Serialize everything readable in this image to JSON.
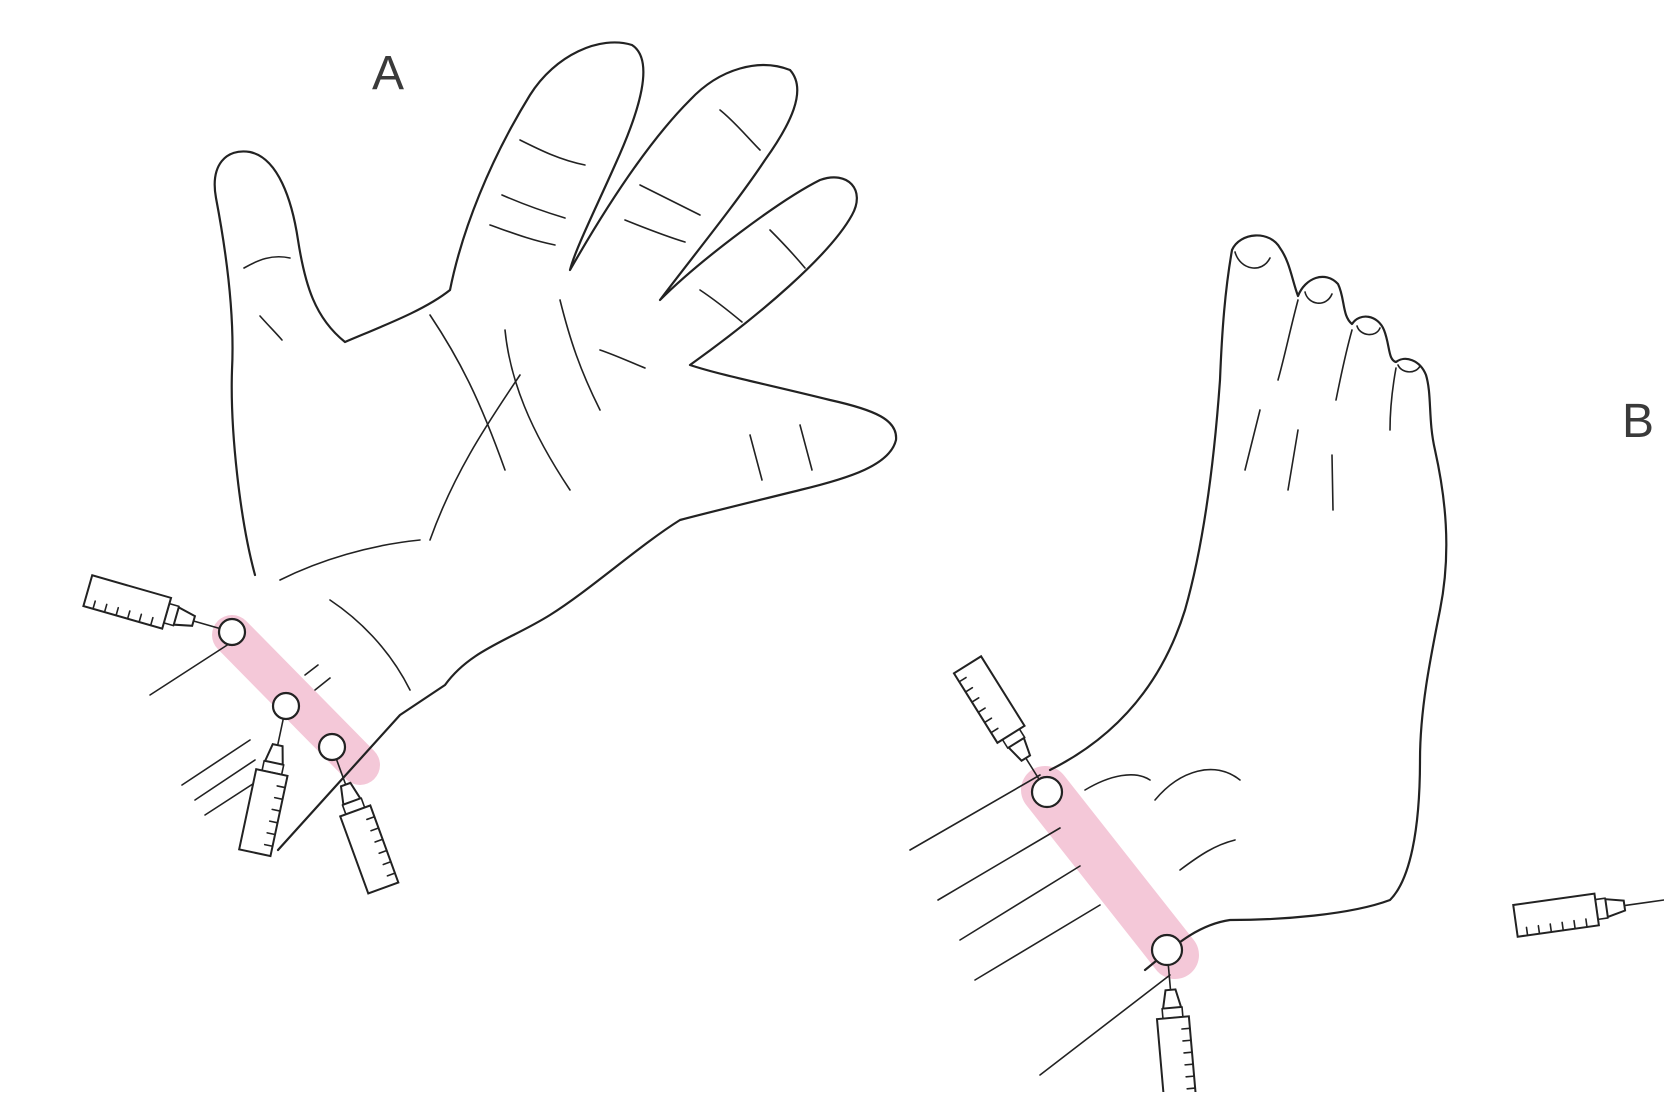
{
  "panels": [
    {
      "id": "A",
      "label": "A",
      "subject": "hand"
    },
    {
      "id": "B",
      "label": "B",
      "subject": "foot"
    }
  ],
  "colors": {
    "line": "#222222",
    "block_band": "#f4c8d8",
    "label": "#3a3a3a",
    "background": "#ffffff"
  },
  "injection_sites": {
    "A": 3,
    "B": 2
  }
}
